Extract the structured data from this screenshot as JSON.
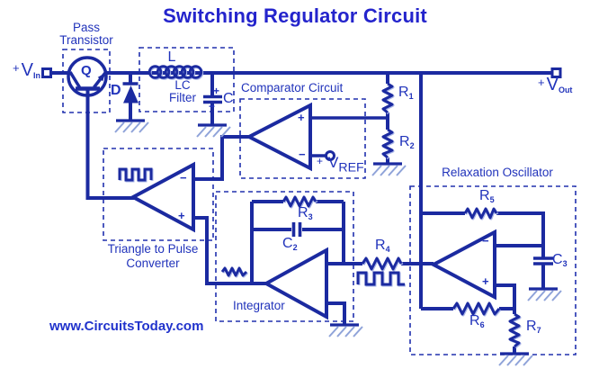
{
  "title": "Switching Regulator Circuit",
  "watermark": "www.CircuitsToday.com",
  "colors": {
    "line": "#1b2aa0",
    "text": "#2133bb",
    "title": "#2424cc",
    "glow": "#aab6e8",
    "ground_hatch": "#8fa3d9"
  },
  "terminals": {
    "vin": {
      "prefix": "+",
      "base": "V",
      "sub": "In"
    },
    "vout": {
      "prefix": "+",
      "base": "V",
      "sub": "Out"
    },
    "vref": {
      "prefix": "+",
      "base": "V",
      "sub": "REF"
    }
  },
  "blocks": {
    "pass_transistor": {
      "label1": "Pass",
      "label2": "Transistor"
    },
    "lc_filter": {
      "label1": "LC",
      "label2": "Filter"
    },
    "comparator": {
      "label": "Comparator Circuit"
    },
    "converter": {
      "label1": "Triangle to Pulse",
      "label2": "Converter"
    },
    "integrator": {
      "label": "Integrator"
    },
    "oscillator": {
      "label": "Relaxation Oscillator"
    }
  },
  "components": {
    "q": "Q",
    "d": "D",
    "l": "L",
    "c": "C",
    "r1": {
      "base": "R",
      "sub": "1"
    },
    "r2": {
      "base": "R",
      "sub": "2"
    },
    "r3": {
      "base": "R",
      "sub": "3"
    },
    "r4": {
      "base": "R",
      "sub": "4"
    },
    "r5": {
      "base": "R",
      "sub": "5"
    },
    "r6": {
      "base": "R",
      "sub": "6"
    },
    "r7": {
      "base": "R",
      "sub": "7"
    },
    "c2": {
      "base": "C",
      "sub": "2"
    },
    "c3": {
      "base": "C",
      "sub": "3"
    }
  },
  "signs": {
    "plus": "+",
    "minus": "−"
  }
}
